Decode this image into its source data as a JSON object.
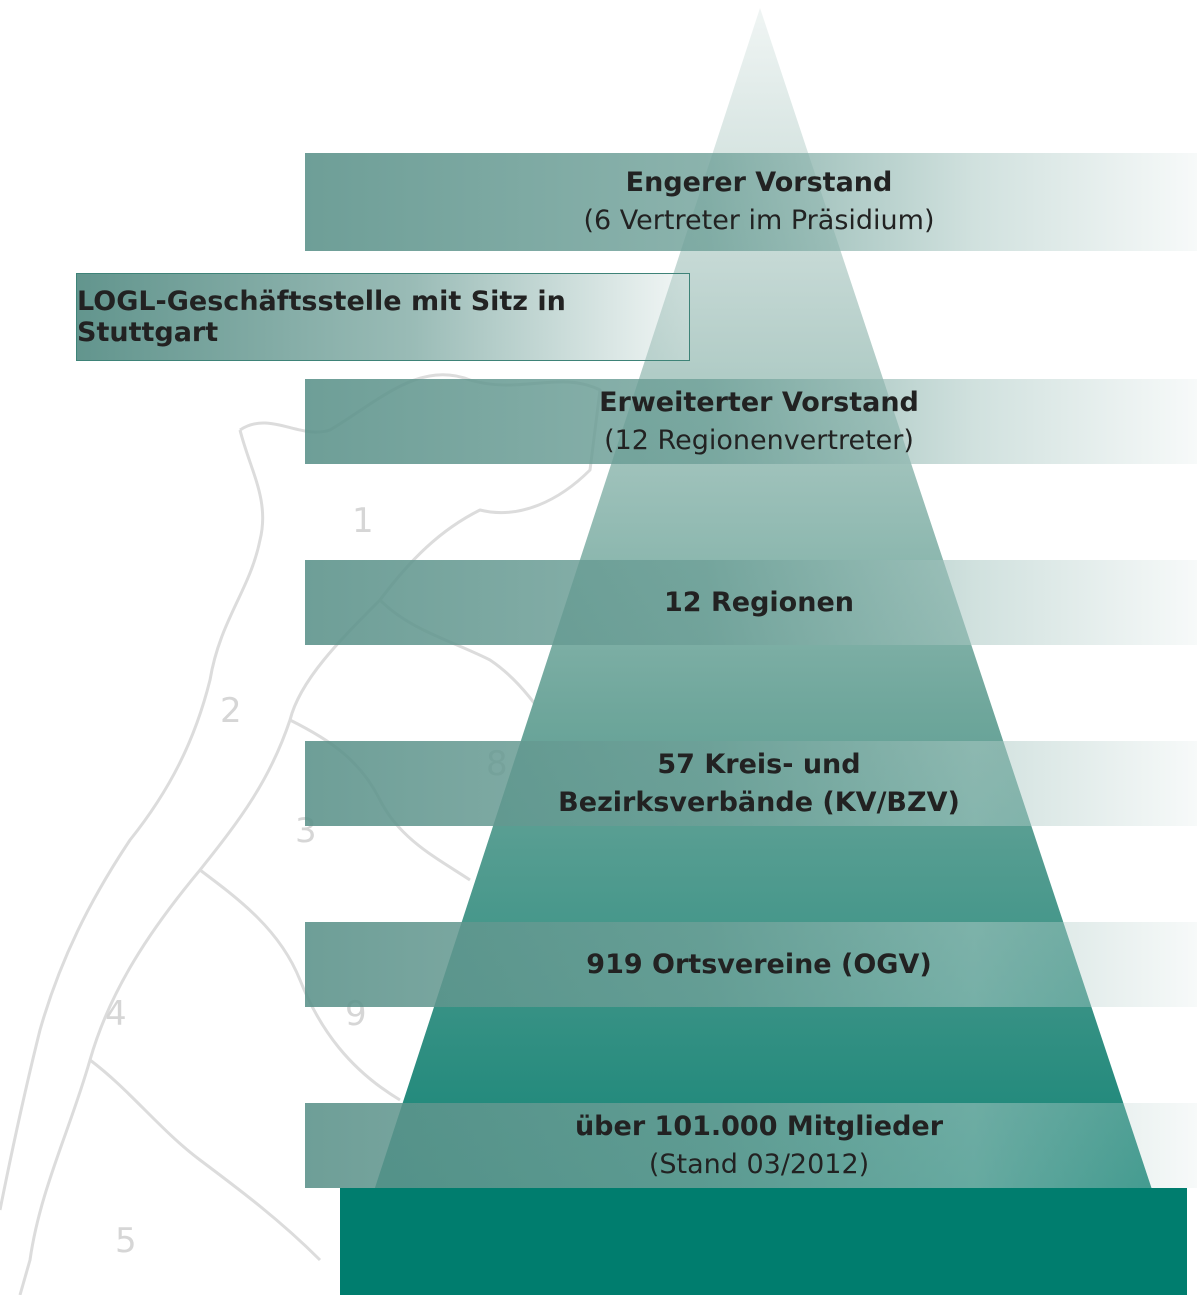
{
  "diagram": {
    "levels": [
      {
        "title": "Engerer Vorstand",
        "subtitle": "(6 Vertreter im Präsidium)"
      },
      {
        "title": "Erweiterter Vorstand",
        "subtitle": "(12 Regionenvertreter)"
      },
      {
        "title": "12 Regionen",
        "subtitle": ""
      },
      {
        "title": "57 Kreis- und",
        "subtitle": "Bezirksverbände (KV/BZV)"
      },
      {
        "title": "919 Ortsvereine (OGV)",
        "subtitle": ""
      },
      {
        "title": "über 101.000 Mitglieder",
        "subtitle": "(Stand 03/2012)"
      }
    ],
    "side_box": {
      "label": "LOGL-Geschäftsstelle mit Sitz in Stuttgart"
    },
    "map_region_numbers": [
      "1",
      "2",
      "3",
      "4",
      "5",
      "8",
      "9"
    ],
    "colors": {
      "pyramid_top": "#e6efee",
      "pyramid_bottom": "#007d6e",
      "band": "#5a9189",
      "text": "#222222",
      "map_outline": "#d9d9d9"
    }
  }
}
